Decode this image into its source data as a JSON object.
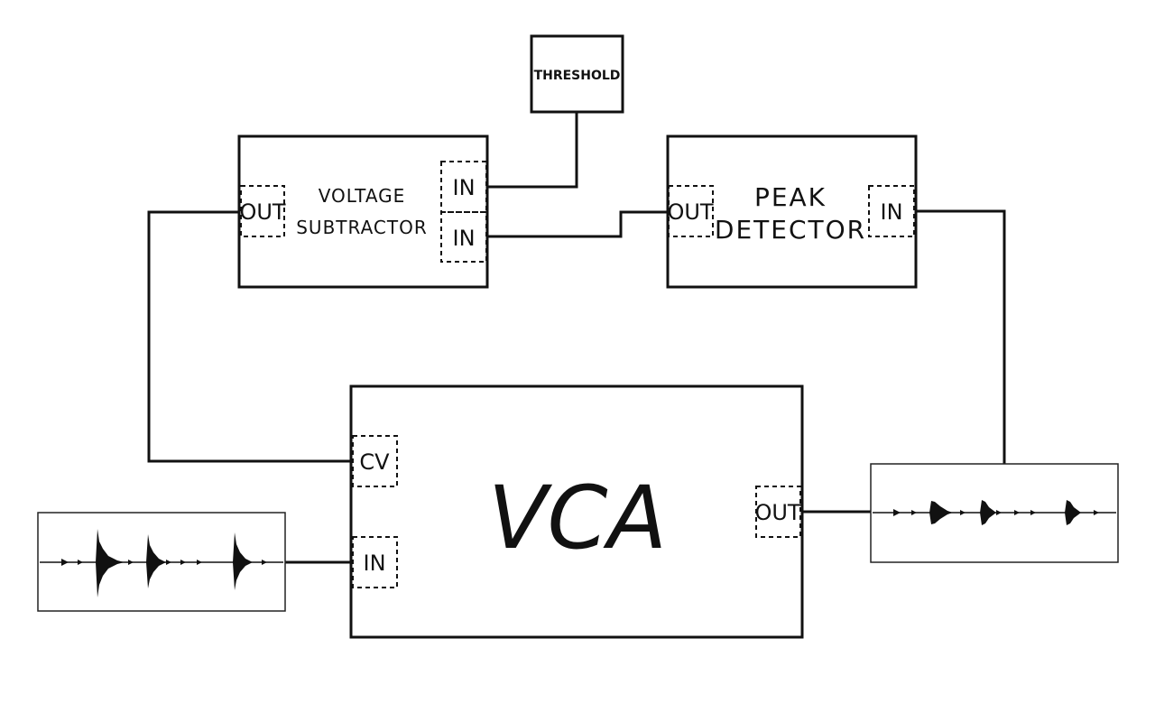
{
  "threshold": {
    "label": "THRESHOLD"
  },
  "voltage_subtractor": {
    "line1": "VOLTAGE",
    "line2": "SUBTRACTOR",
    "out_port": "OUT",
    "in_port_top": "IN",
    "in_port_bottom": "IN"
  },
  "peak_detector": {
    "line1": "PEAK",
    "line2": "DETECTOR",
    "out_port": "OUT",
    "in_port": "IN"
  },
  "vca": {
    "label": "VCA",
    "cv_port": "CV",
    "in_port": "IN",
    "out_port": "OUT"
  },
  "input_waveform": {
    "icon": "audio-waveform-icon"
  },
  "output_waveform": {
    "icon": "audio-waveform-icon"
  }
}
